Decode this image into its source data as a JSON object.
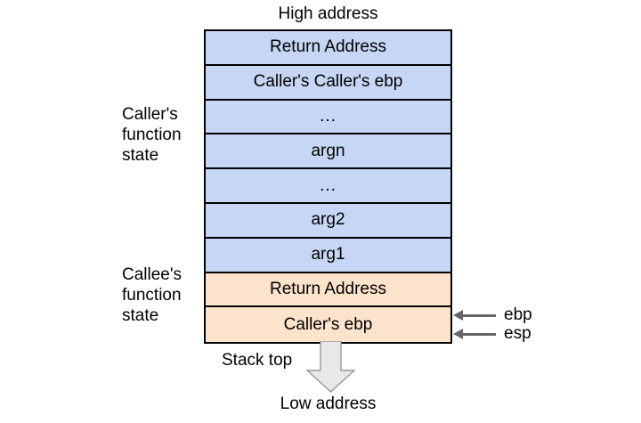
{
  "diagram": {
    "title_top": "High address",
    "title_bottom": "Low address",
    "stack_top_label": "Stack top",
    "colors": {
      "caller_fill": "#c6d6f4",
      "callee_fill": "#fce3cb",
      "border": "#000000",
      "arrow_gray": "#666666",
      "block_arrow_fill": "#e8e8e8",
      "block_arrow_stroke": "#999999"
    },
    "groups": [
      {
        "id": "caller",
        "label": "Caller's\nfunction\nstate"
      },
      {
        "id": "callee",
        "label": "Callee's\nfunction\nstate"
      }
    ],
    "rows": [
      {
        "label": "Return Address",
        "group": "caller"
      },
      {
        "label": "Caller's Caller's ebp",
        "group": "caller"
      },
      {
        "label": "...",
        "group": "caller"
      },
      {
        "label": "argn",
        "group": "caller"
      },
      {
        "label": "...",
        "group": "caller"
      },
      {
        "label": "arg2",
        "group": "caller"
      },
      {
        "label": "arg1",
        "group": "caller"
      },
      {
        "label": "Return Address",
        "group": "callee"
      },
      {
        "label": "Caller's ebp",
        "group": "callee"
      }
    ],
    "pointers": [
      {
        "id": "ebp",
        "label": "ebp",
        "target_row": "Return Address (callee) / Caller's ebp boundary"
      },
      {
        "id": "esp",
        "label": "esp",
        "target_row": "Caller's ebp"
      }
    ]
  }
}
